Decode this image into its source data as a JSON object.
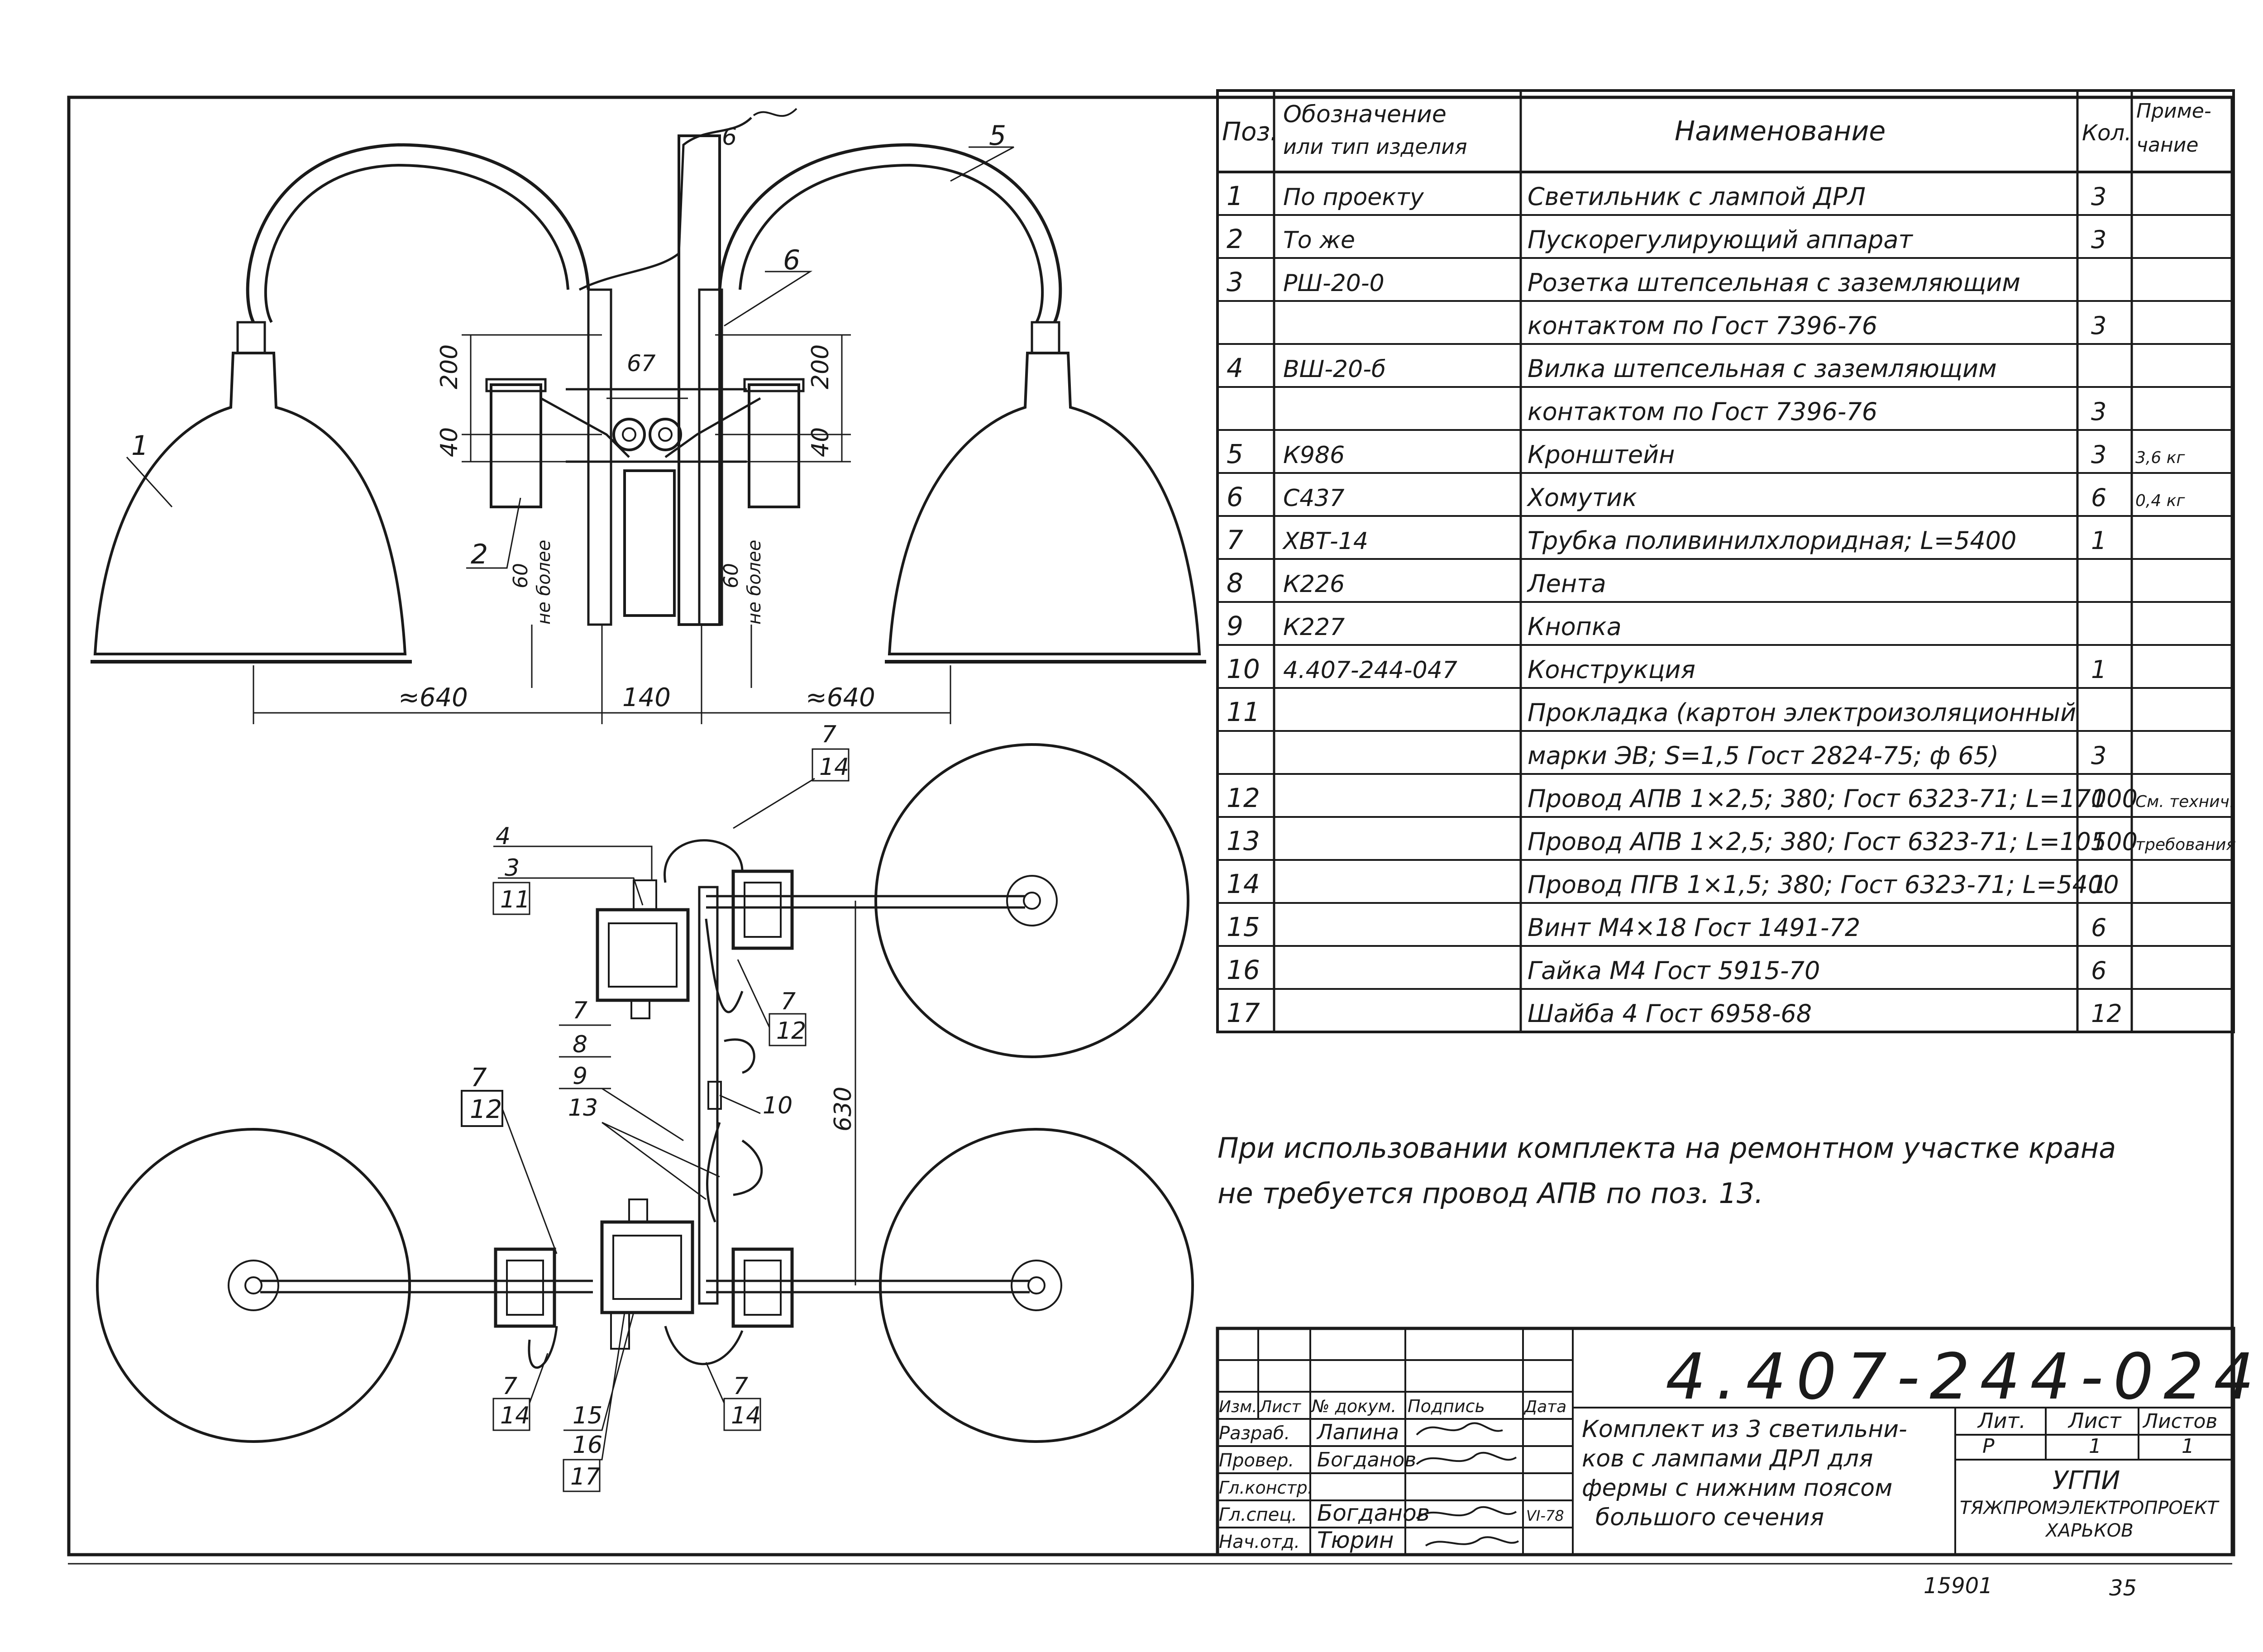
{
  "spec_table": {
    "headers": {
      "pos": "Поз.",
      "designation_line1": "Обозначение",
      "designation_line2": "или тип изделия",
      "name": "Наименование",
      "qty": "Кол.",
      "note_line1": "Приме-",
      "note_line2": "чание"
    },
    "rows": [
      {
        "pos": "1",
        "designation": "По проекту",
        "name": "Светильник с лампой ДРЛ",
        "qty": "3",
        "note": ""
      },
      {
        "pos": "2",
        "designation": "То же",
        "name": "Пускорегулирующий аппарат",
        "qty": "3",
        "note": ""
      },
      {
        "pos": "3",
        "designation": "РШ-20-0",
        "name": "Розетка штепсельная с заземляющим",
        "qty": "",
        "note": ""
      },
      {
        "pos": "",
        "designation": "",
        "name": "контактом по Гост 7396-76",
        "qty": "3",
        "note": ""
      },
      {
        "pos": "4",
        "designation": "ВШ-20-б",
        "name": "Вилка штепсельная с заземляющим",
        "qty": "",
        "note": ""
      },
      {
        "pos": "",
        "designation": "",
        "name": "контактом по Гост 7396-76",
        "qty": "3",
        "note": ""
      },
      {
        "pos": "5",
        "designation": "К986",
        "name": "Кронштейн",
        "qty": "3",
        "note": "3,6 кг"
      },
      {
        "pos": "6",
        "designation": "С437",
        "name": "Хомутик",
        "qty": "6",
        "note": "0,4 кг"
      },
      {
        "pos": "7",
        "designation": "ХВТ-14",
        "name": "Трубка поливинилхлоридная;   L=5400",
        "qty": "1",
        "note": ""
      },
      {
        "pos": "8",
        "designation": "К226",
        "name": "Лента",
        "qty": "",
        "note": ""
      },
      {
        "pos": "9",
        "designation": "К227",
        "name": "Кнопка",
        "qty": "",
        "note": ""
      },
      {
        "pos": "10",
        "designation": "4.407-244-047",
        "name": "Конструкция",
        "qty": "1",
        "note": ""
      },
      {
        "pos": "11",
        "designation": "",
        "name": "Прокладка (картон электроизоляционный",
        "qty": "",
        "note": ""
      },
      {
        "pos": "",
        "designation": "",
        "name": "марки ЭВ; S=1,5 Гост 2824-75; ф 65)",
        "qty": "3",
        "note": ""
      },
      {
        "pos": "12",
        "designation": "",
        "name": "Провод АПВ 1×2,5; 380; Гост 6323-71; L=17000",
        "qty": "1",
        "note": "См. технич."
      },
      {
        "pos": "13",
        "designation": "",
        "name": "Провод АПВ 1×2,5; 380; Гост 6323-71; L=10500",
        "qty": "1",
        "note": "требования"
      },
      {
        "pos": "14",
        "designation": "",
        "name": "Провод ПГВ 1×1,5; 380; Гост 6323-71; L=5400",
        "qty": "1",
        "note": ""
      },
      {
        "pos": "15",
        "designation": "",
        "name": "Винт М4×18 Гост 1491-72",
        "qty": "6",
        "note": ""
      },
      {
        "pos": "16",
        "designation": "",
        "name": "Гайка М4 Гост 5915-70",
        "qty": "6",
        "note": ""
      },
      {
        "pos": "17",
        "designation": "",
        "name": "Шайба 4 Гост 6958-68",
        "qty": "12",
        "note": ""
      }
    ]
  },
  "note_text": {
    "line1": "При использовании комплекта на ремонтном участке крана",
    "line2": "не требуется провод АПВ по поз. 13."
  },
  "title_block": {
    "doc_number": "4.407-244-024",
    "col_headers": {
      "izm": "Изм.",
      "list": "Лист",
      "doc": "№ докум.",
      "sign": "Подпись",
      "date": "Дата"
    },
    "roles": [
      {
        "role": "Разраб.",
        "name": "Лапина"
      },
      {
        "role": "Провер.",
        "name": "Богданов"
      },
      {
        "role": "Гл.констр.",
        "name": ""
      },
      {
        "role": "Гл.спец.",
        "name": "Богданов"
      },
      {
        "role": "Нач.отд.",
        "name": "Тюрин"
      }
    ],
    "date_value": "VI-78",
    "title_lines": [
      "Комплект из 3 светильни-",
      "ков с лампами ДРЛ для",
      "фермы с нижним поясом",
      "большого сечения"
    ],
    "lit_label": "Лит.",
    "sheet_label": "Лист",
    "sheets_label": "Листов",
    "lit_value": "Р",
    "sheet_value": "1",
    "sheets_value": "1",
    "org_line1": "УГПИ",
    "org_line2": "ТЯЖПРОМЭЛЕКТРОПРОЕКТ",
    "org_line3": "ХАРЬКОВ"
  },
  "footer": {
    "stamp_number": "15901",
    "page_number": "35"
  },
  "front_view": {
    "callouts": {
      "c1": "1",
      "c2": "2",
      "c5": "5",
      "c6": "6",
      "c6b": "6"
    },
    "dims": {
      "d200_left": "200",
      "d200_right": "200",
      "d40_left": "40",
      "d40_right": "40",
      "d67": "67",
      "d60_left": "60",
      "d60_right": "60",
      "not_more_left": "не более",
      "not_more_right": "не более",
      "d640_left": "≈640",
      "d140": "140",
      "d640_right": "≈640"
    }
  },
  "plan_view": {
    "dims": {
      "d630": "630"
    },
    "callouts": {
      "c7_top": "7",
      "c14_top": "14",
      "c4": "4",
      "c3": "3",
      "c11": "11",
      "c7_mid": "7",
      "c12_mid": "12",
      "c7_left": "7",
      "c8": "8",
      "c9": "9",
      "c13": "13",
      "c7_bigleft": "7",
      "c12_bigleft": "12",
      "c10": "10",
      "c7_bot_left": "7",
      "c14_bot_left": "14",
      "c15": "15",
      "c16": "16",
      "c17": "17",
      "c7_bot_right": "7",
      "c14_bot_right": "14"
    }
  }
}
